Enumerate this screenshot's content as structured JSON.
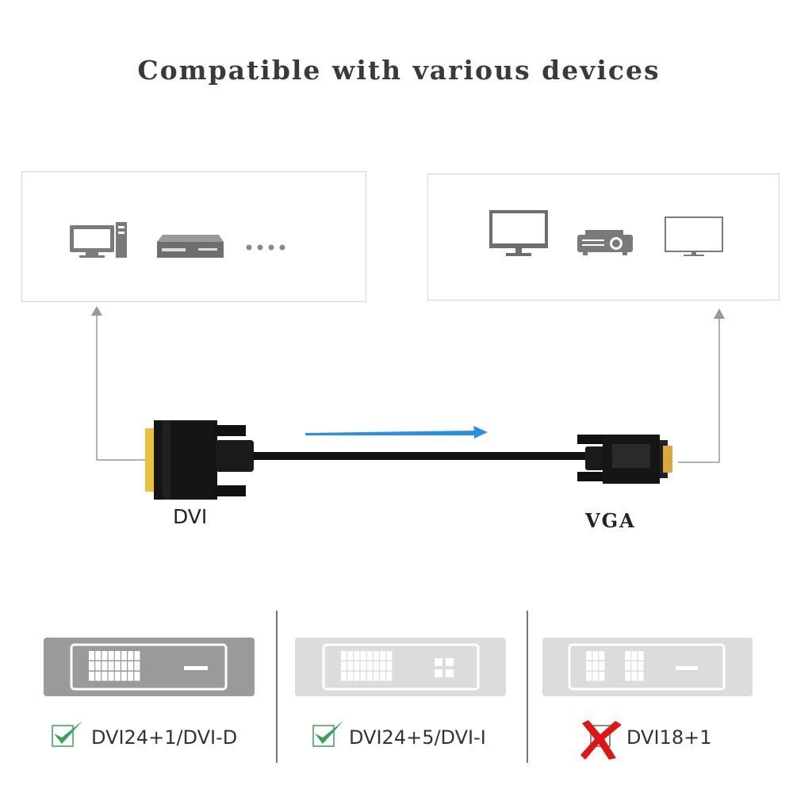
{
  "title": "Compatible with various devices",
  "source_devices": [
    "computer-icon",
    "dvd-player-icon",
    "more-dots-icon"
  ],
  "display_devices": [
    "monitor-icon",
    "projector-icon",
    "tv-icon"
  ],
  "cable": {
    "left_label": "DVI",
    "right_label": "VGA",
    "direction_arrow_color": "#2a8fe6"
  },
  "compatibility": [
    {
      "label": "DVI24+1/DVI-D",
      "supported": true,
      "status_icon": "check-icon"
    },
    {
      "label": "DVI24+5/DVI-I",
      "supported": true,
      "status_icon": "check-icon"
    },
    {
      "label": "DVI18+1",
      "supported": false,
      "status_icon": "cross-icon"
    }
  ],
  "colors": {
    "check": "#3aa05a",
    "cross": "#e01515",
    "connector_gold": "#e8c23a"
  }
}
